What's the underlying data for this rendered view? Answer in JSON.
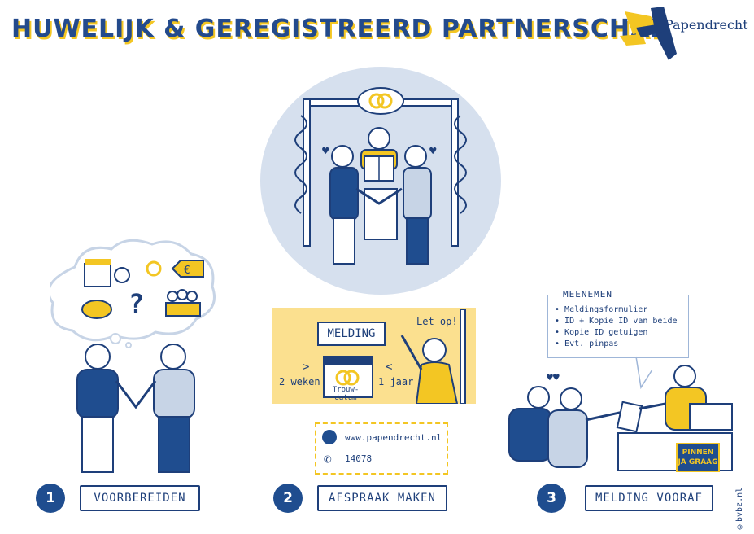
{
  "title": "HUWELIJK & GEREGISTREERD PARTNERSCHAP",
  "brand": {
    "name": "Papendrecht",
    "colors": {
      "blue": "#1e3f7a",
      "yellow": "#f3c623",
      "light_blue": "#d6e0ee"
    }
  },
  "steps": [
    {
      "number": "1",
      "label": "VOORBEREIDEN"
    },
    {
      "number": "2",
      "label": "AFSPRAAK MAKEN"
    },
    {
      "number": "3",
      "label": "MELDING VOORAF"
    }
  ],
  "appointment": {
    "melding": "MELDING",
    "let_op": "Let op!",
    "weeks": "2 weken",
    "year": "1 jaar",
    "date_label_1": "Trouw-",
    "date_label_2": "datum"
  },
  "contact": {
    "website": "www.papendrecht.nl",
    "phone": "14078",
    "web_icon": "globe-icon",
    "phone_icon": "phone-icon"
  },
  "bring": {
    "title": "MEENEMEN",
    "items": [
      "Meldingsformulier",
      "ID + Kopie ID van beide",
      "Kopie ID getuigen",
      "Evt. pinpas"
    ]
  },
  "sign": {
    "line1": "PINNEN",
    "line2": "JA GRAAG"
  },
  "credit": "©bvbz.nl"
}
